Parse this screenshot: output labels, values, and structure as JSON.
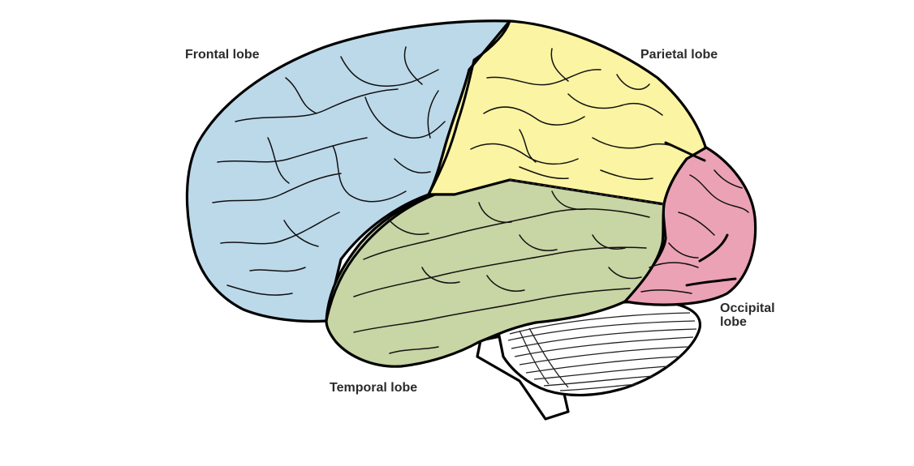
{
  "labels": {
    "frontal": "Frontal lobe",
    "parietal": "Parietal lobe",
    "occipital": "Occipital\nlobe",
    "temporal": "Temporal lobe"
  },
  "regions": [
    {
      "name": "frontal",
      "color": "#bcd9ea"
    },
    {
      "name": "parietal",
      "color": "#fbf4a2"
    },
    {
      "name": "temporal",
      "color": "#c8d5a4"
    },
    {
      "name": "occipital",
      "color": "#eba2b5"
    },
    {
      "name": "cerebellum",
      "color": "#ffffff"
    },
    {
      "name": "brainstem",
      "color": "#ffffff"
    }
  ]
}
